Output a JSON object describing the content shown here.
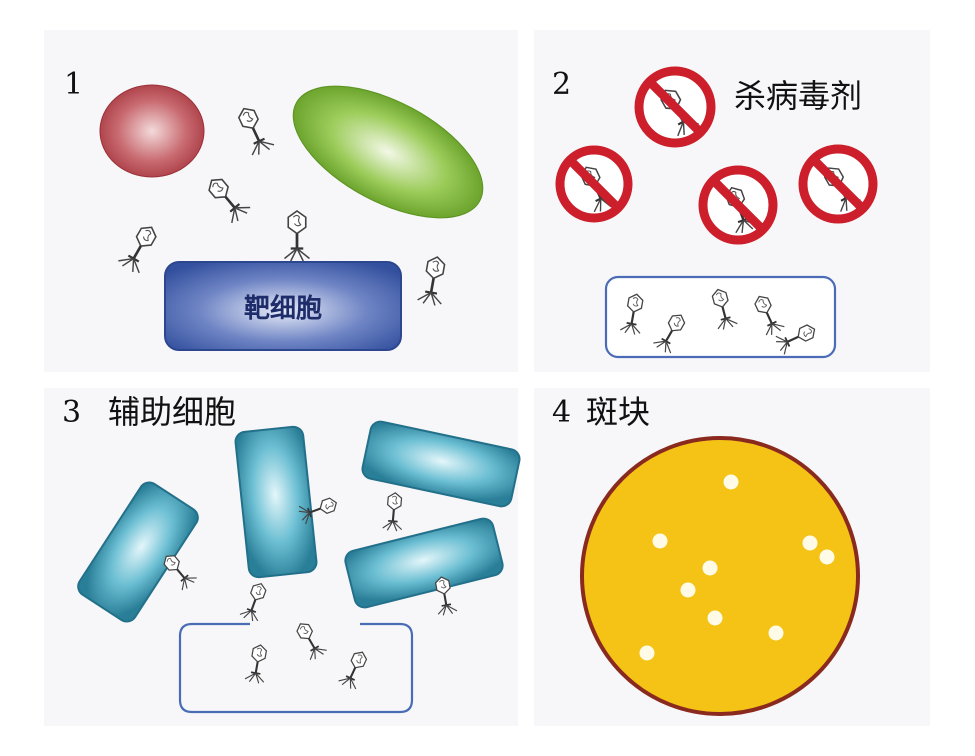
{
  "panels": [
    {
      "number": "1",
      "cell_label": "靶细胞"
    },
    {
      "number": "2",
      "label": "杀病毒剂"
    },
    {
      "number": "3",
      "label": "辅助细胞"
    },
    {
      "number": "4",
      "label": "斑块"
    }
  ],
  "colors": {
    "red_cell": "#b84a52",
    "green_cell": "#74ad2d",
    "target_cell": "#3e5caa",
    "helper_cell": "#2f8fa8",
    "prohibition": "#cc1f2b",
    "plate": "#f4c316",
    "plate_rim": "#8a2a1e",
    "outline": "#4a6bb5"
  },
  "icons": [
    "phage-icon",
    "prohibition-icon",
    "plaque-dot"
  ]
}
